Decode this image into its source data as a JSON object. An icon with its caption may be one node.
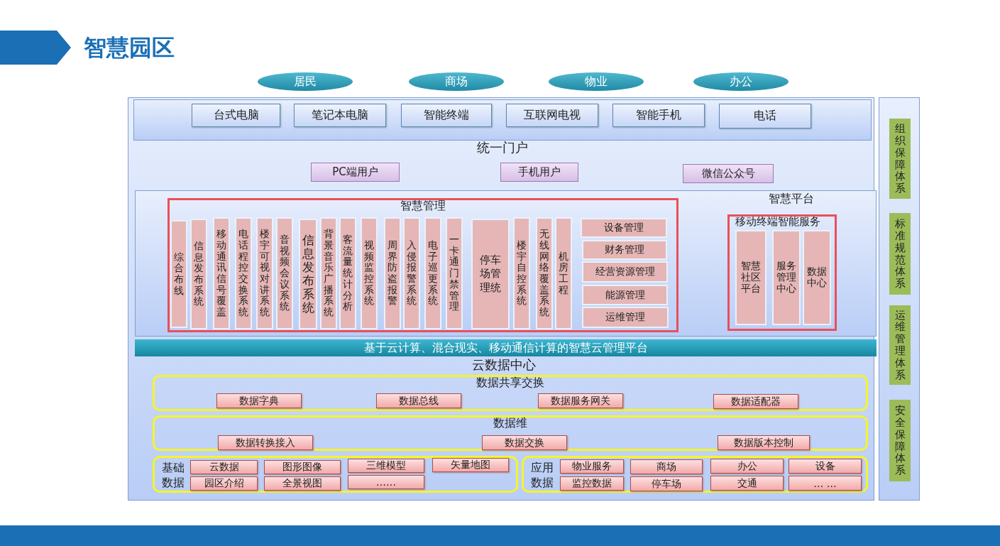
{
  "diagram": {
    "title": "智慧园区",
    "nodes": [
      {
        "text": [
          "居民"
        ]
      },
      {
        "text": [
          "商场"
        ]
      },
      {
        "text": [
          "物业"
        ]
      },
      {
        "text": [
          "办公"
        ]
      },
      {
        "text": [],
        "shape": "box"
      },
      {
        "text": [],
        "shape": "box",
        "in": 4
      },
      {
        "text": [
          "台式电脑"
        ],
        "in": 5
      },
      {
        "text": [
          "笔记本电脑"
        ],
        "in": 5
      },
      {
        "text": [
          "智能终端"
        ],
        "in": 5
      },
      {
        "text": [
          "互联网电视"
        ],
        "in": 5
      },
      {
        "text": [
          "智能手机"
        ],
        "in": 5
      },
      {
        "text": [
          "电话"
        ],
        "in": 5
      },
      {
        "text": [
          "统一门户"
        ],
        "in": 4
      },
      {
        "text": [
          "PC端用户"
        ],
        "in": 12
      },
      {
        "text": [
          "手机用户"
        ],
        "in": 12
      },
      {
        "text": [
          "微信公众号"
        ],
        "in": 12
      },
      {
        "text": [],
        "shape": "box",
        "in": 4
      },
      {
        "text": [
          "智慧管理"
        ],
        "in": 16
      },
      {
        "text": [
          "综合布线"
        ],
        "in": 17
      },
      {
        "text": [
          "信息发布系统"
        ],
        "in": 17
      },
      {
        "text": [
          "移动通讯信号覆盖"
        ],
        "in": 17
      },
      {
        "text": [
          "电话程控交换系统"
        ],
        "in": 17
      },
      {
        "text": [
          "楼宇可视对讲系统"
        ],
        "in": 17
      },
      {
        "text": [
          "音视频会议系统"
        ],
        "in": 17
      },
      {
        "text": [
          "信息发布系统"
        ],
        "in": 17
      },
      {
        "text": [
          "背景音乐广播系统"
        ],
        "in": 17
      },
      {
        "text": [
          "客流量统计分析"
        ],
        "in": 17
      },
      {
        "text": [
          "视频监控系统"
        ],
        "in": 17
      },
      {
        "text": [
          "周界防盗报警"
        ],
        "in": 17
      },
      {
        "text": [
          "入侵报警系统"
        ],
        "in": 17
      },
      {
        "text": [
          "电子巡更系统"
        ],
        "in": 17
      },
      {
        "text": [
          "一卡通门禁管理"
        ],
        "in": 17
      },
      {
        "text": [
          "停车场管理统"
        ],
        "in": 17
      },
      {
        "text": [
          "楼宇自控系统"
        ],
        "in": 17
      },
      {
        "text": [
          "无线网络覆盖系统"
        ],
        "in": 17
      },
      {
        "text": [
          "机房工程"
        ],
        "in": 17
      },
      {
        "text": [
          "设备管理"
        ],
        "in": 17
      },
      {
        "text": [
          "财务管理"
        ],
        "in": 17
      },
      {
        "text": [
          "经营资源管理"
        ],
        "in": 17
      },
      {
        "text": [
          "能源管理"
        ],
        "in": 17
      },
      {
        "text": [
          "运维管理"
        ],
        "in": 17
      },
      {
        "text": [
          "智慧平台"
        ],
        "in": 16
      },
      {
        "text": [
          "移动终端智能服务"
        ],
        "in": 41
      },
      {
        "text": [
          "智慧社区平台"
        ],
        "in": 42
      },
      {
        "text": [
          "服务管理中心"
        ],
        "in": 42
      },
      {
        "text": [
          "数据中心"
        ],
        "in": 42
      },
      {
        "text": [
          "基于云计算、混合现实、移动通信计算的智慧云管理平台"
        ],
        "in": 4
      },
      {
        "text": [
          "云数据中心"
        ],
        "in": 4
      },
      {
        "text": [
          "数据共享交换"
        ],
        "in": 47
      },
      {
        "text": [
          "数据字典"
        ],
        "in": 48
      },
      {
        "text": [
          "数据总线"
        ],
        "in": 48
      },
      {
        "text": [
          "数据服务网关"
        ],
        "in": 48
      },
      {
        "text": [
          "数据适配器"
        ],
        "in": 48
      },
      {
        "text": [
          "数据维"
        ],
        "in": 47
      },
      {
        "text": [
          "数据转换接入"
        ],
        "in": 53
      },
      {
        "text": [
          "数据交换"
        ],
        "in": 53
      },
      {
        "text": [
          "数据版本控制"
        ],
        "in": 53
      },
      {
        "text": [
          "基础数据"
        ],
        "in": 47
      },
      {
        "text": [
          "云数据"
        ],
        "in": 57
      },
      {
        "text": [
          "图形图像"
        ],
        "in": 57
      },
      {
        "text": [
          "三维模型"
        ],
        "in": 57
      },
      {
        "text": [
          "矢量地图"
        ],
        "in": 57
      },
      {
        "text": [
          "园区介绍"
        ],
        "in": 57
      },
      {
        "text": [
          "全景视图"
        ],
        "in": 57
      },
      {
        "text": [
          "……"
        ],
        "in": 57
      },
      {
        "text": [
          "应用数据"
        ],
        "in": 47
      },
      {
        "text": [
          "物业服务"
        ],
        "in": 65
      },
      {
        "text": [
          "商场"
        ],
        "in": 65
      },
      {
        "text": [
          "办公"
        ],
        "in": 65
      },
      {
        "text": [
          "设备"
        ],
        "in": 65
      },
      {
        "text": [
          "监控数据"
        ],
        "in": 65
      },
      {
        "text": [
          "停车场"
        ],
        "in": 65
      },
      {
        "text": [
          "交通"
        ],
        "in": 65
      },
      {
        "text": [
          "… …"
        ],
        "in": 65
      },
      {
        "text": [],
        "shape": "box"
      },
      {
        "text": [
          "组织保障体系"
        ],
        "in": 74
      },
      {
        "text": [
          "标准规范体系"
        ],
        "in": 74
      },
      {
        "text": [
          "运维管理体系"
        ],
        "in": 74
      },
      {
        "text": [
          "安全保障体系"
        ],
        "in": 74
      }
    ]
  }
}
